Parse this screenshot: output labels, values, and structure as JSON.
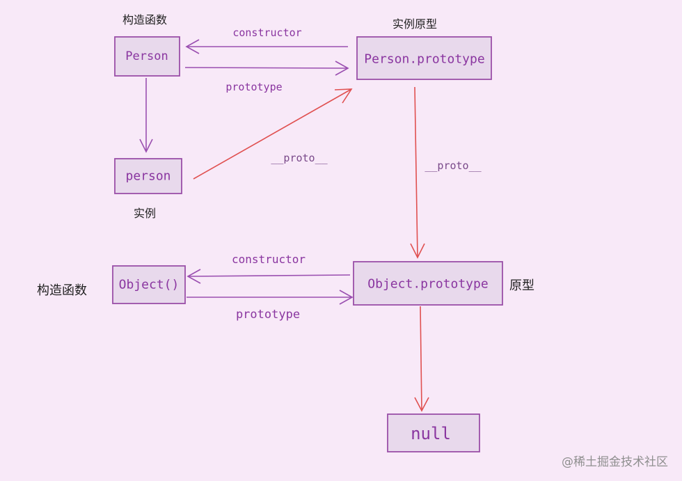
{
  "nodes": {
    "person_ctor": "Person",
    "person_instance": "person",
    "person_prototype": "Person.prototype",
    "object_ctor": "Object()",
    "object_prototype": "Object.prototype",
    "null_node": "null"
  },
  "captions": {
    "constructor_fn_top": "构造函数",
    "instance_prototype": "实例原型",
    "instance": "实例",
    "constructor_fn_bottom": "构造函数",
    "prototype": "原型"
  },
  "edges": {
    "person_constructor": "constructor",
    "person_prototype": "prototype",
    "person_proto": "__proto__",
    "person_prototype_proto": "__proto__",
    "object_constructor": "constructor",
    "object_prototype": "prototype"
  },
  "watermark": "@稀土掘金技术社区",
  "colors": {
    "background": "#f8e9f8",
    "box_fill": "#e8d9ec",
    "box_stroke": "#9a4fa8",
    "purple_arrow": "#9a4fb0",
    "red_arrow": "#e05050",
    "label_text": "#8a36a0"
  }
}
